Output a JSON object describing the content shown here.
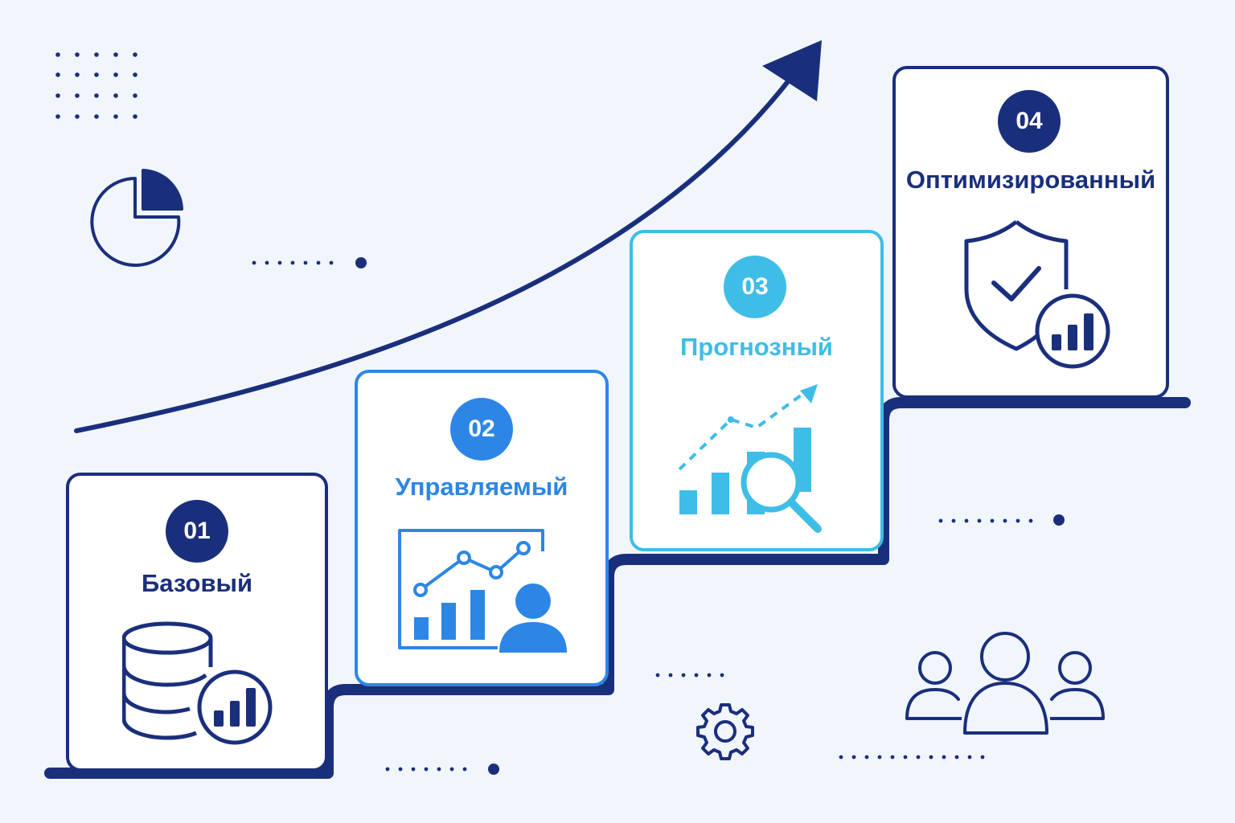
{
  "colors": {
    "navy": "#1a2f7c",
    "blue": "#2d86e6",
    "cyan": "#3ebde6",
    "background": "#f1f5fc"
  },
  "stages": [
    {
      "number": "01",
      "title": "Базовый",
      "icon": "database-chart-icon",
      "color": "#1a2f7c"
    },
    {
      "number": "02",
      "title": "Управляемый",
      "icon": "dashboard-user-icon",
      "color": "#2d86e6"
    },
    {
      "number": "03",
      "title": "Прогнозный",
      "icon": "forecast-magnifier-icon",
      "color": "#3ebde6"
    },
    {
      "number": "04",
      "title": "Оптимизированный",
      "icon": "shield-check-chart-icon",
      "color": "#1a2f7c"
    }
  ],
  "decorations": [
    "pie-chart-icon",
    "gear-icon",
    "team-icon",
    "growth-arrow-icon",
    "dot-grid"
  ]
}
